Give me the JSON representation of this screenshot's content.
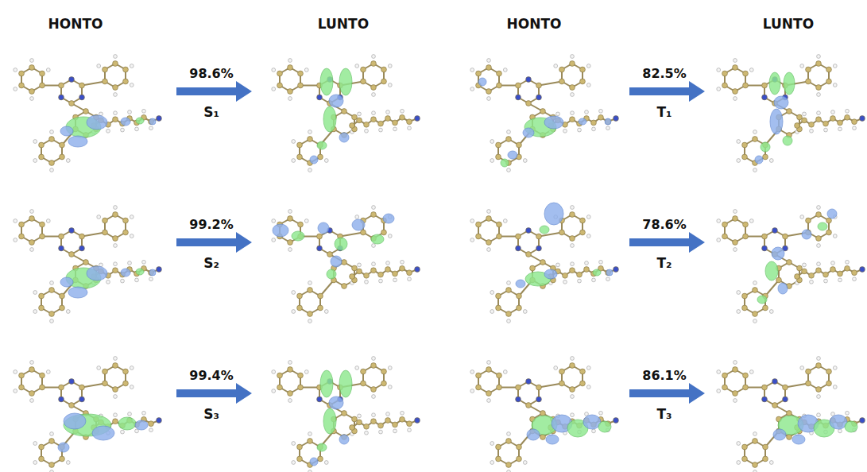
{
  "diagram": {
    "labels": [
      "HONTO",
      "LUNTO",
      "HONTO",
      "LUNTO",
      "98.6%",
      "S₁",
      "99.2%",
      "S₂",
      "99.4%",
      "S₃",
      "82.5%",
      "T₁",
      "78.6%",
      "T₂",
      "86.1%",
      "T₃"
    ]
  }
}
